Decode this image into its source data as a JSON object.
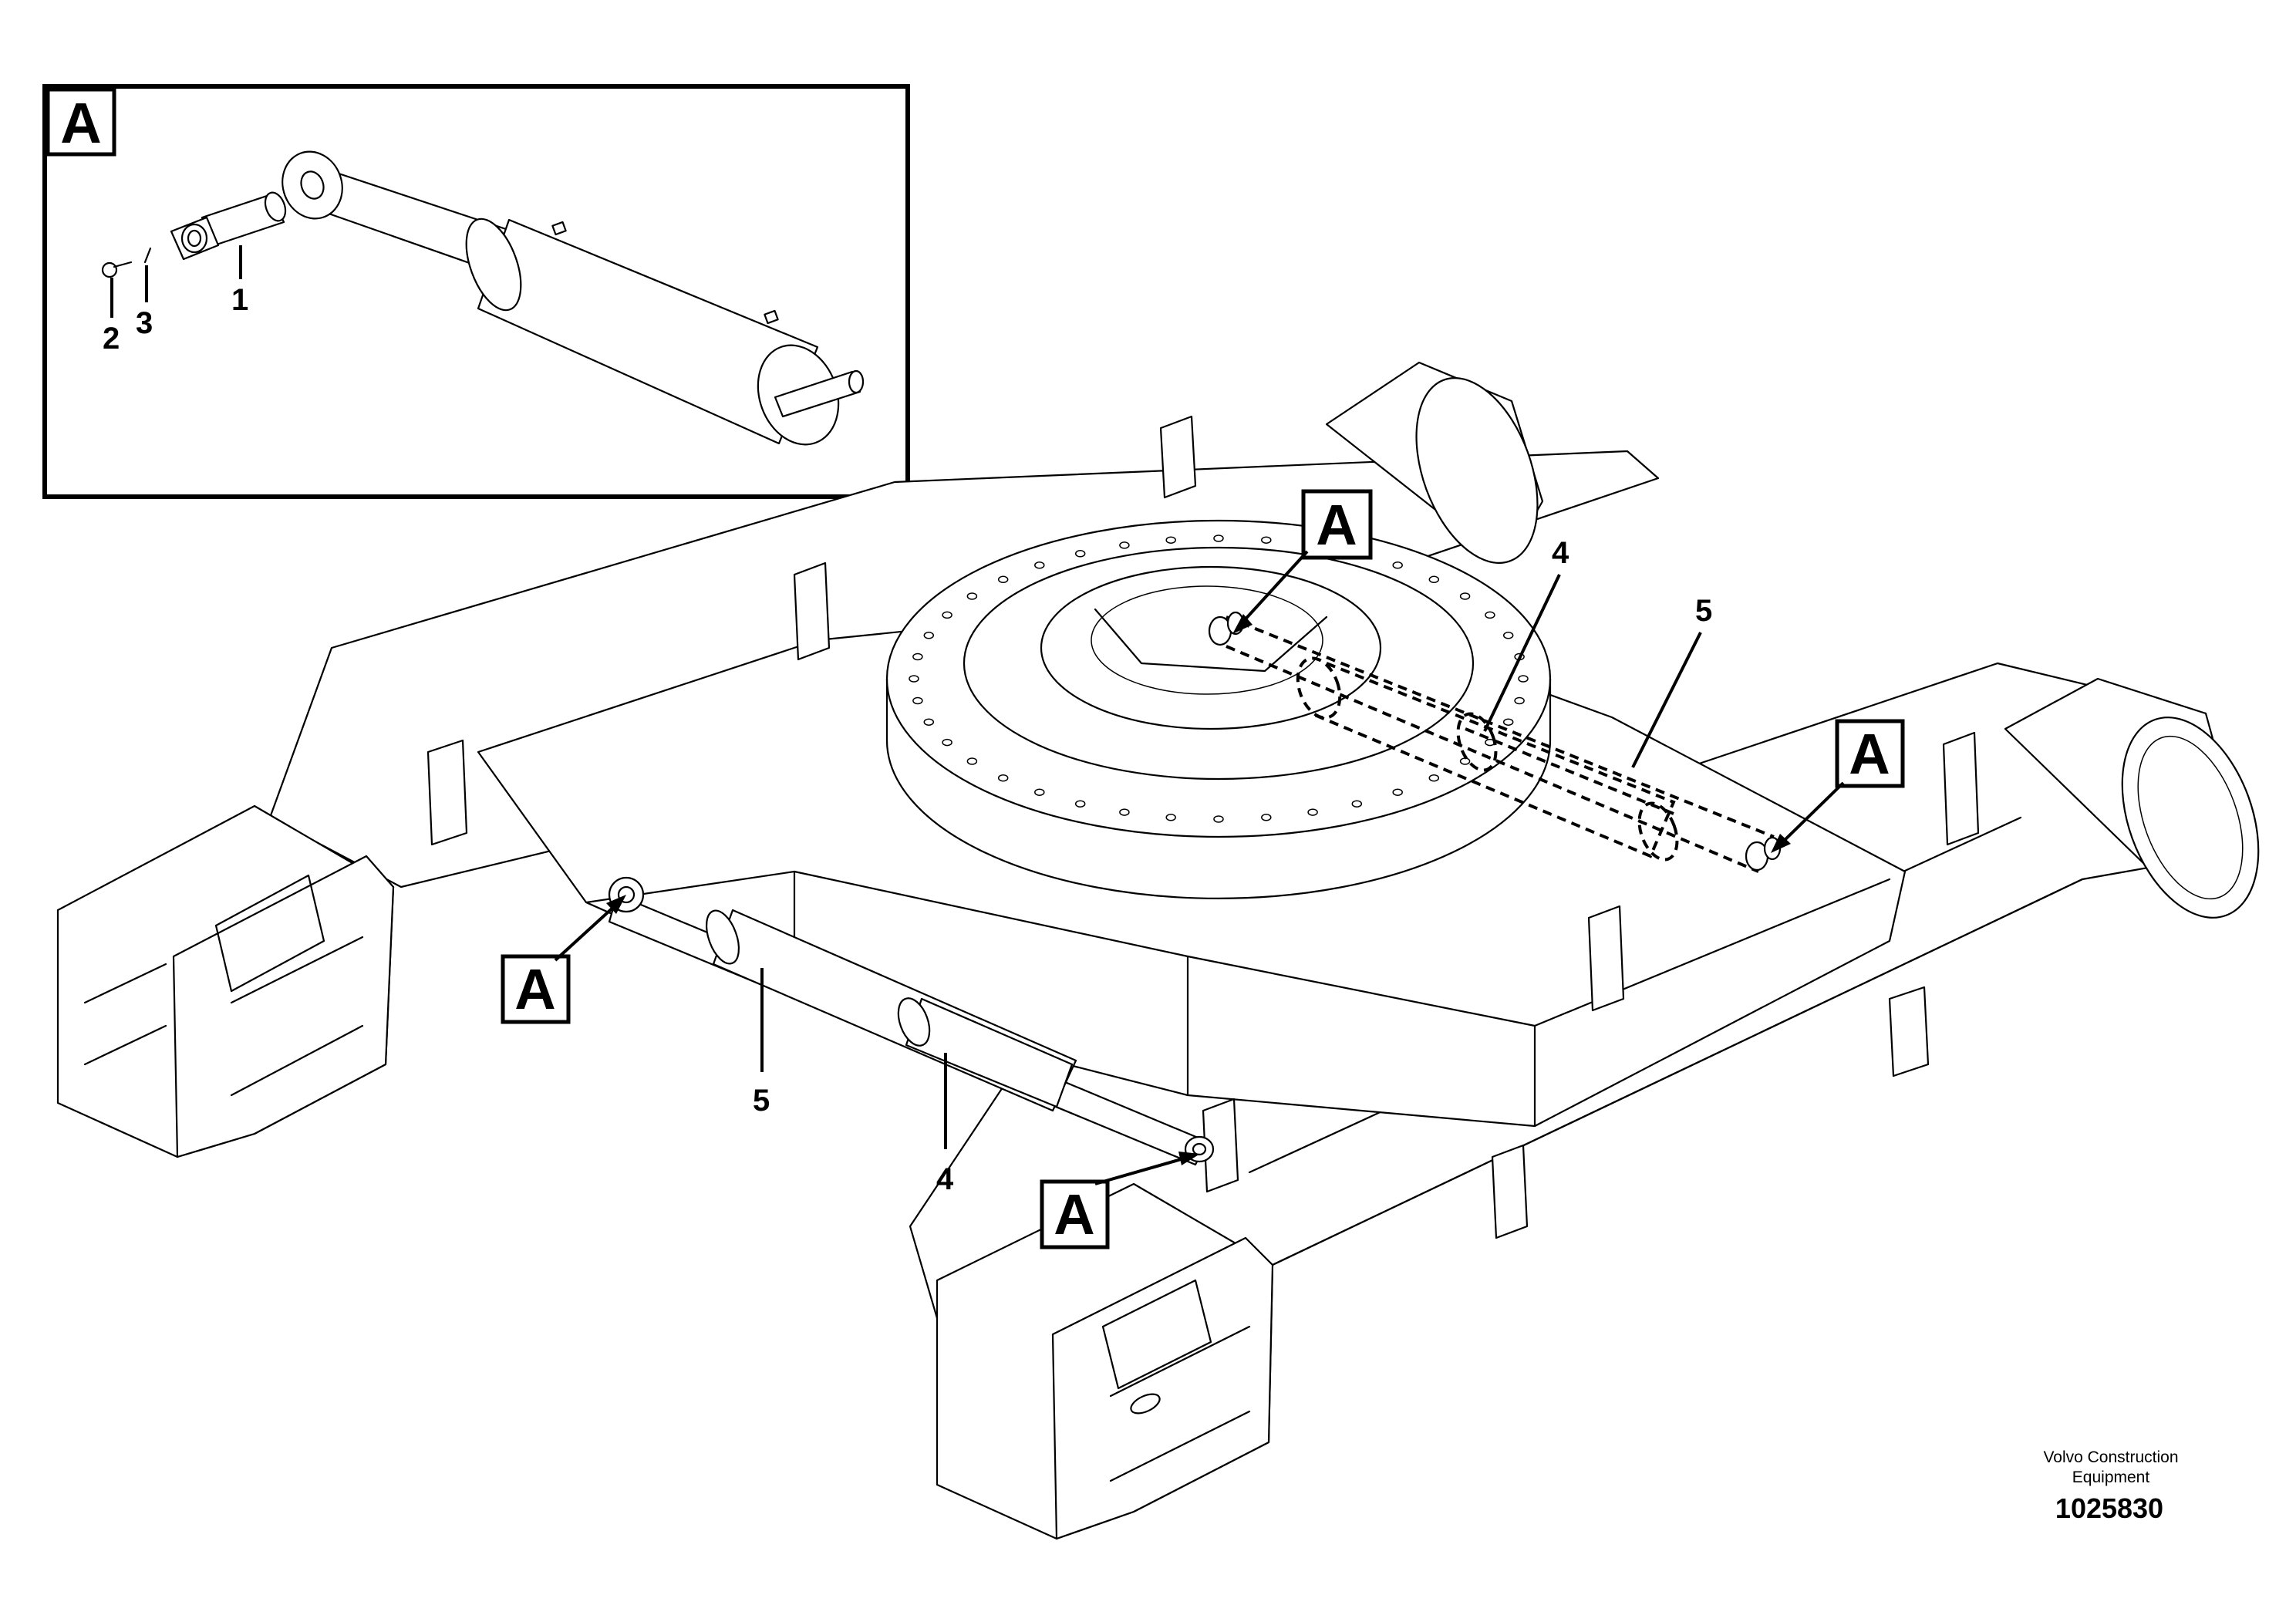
{
  "detail_view": {
    "letter": "A",
    "part_numbers": [
      "1",
      "2",
      "3"
    ]
  },
  "callouts": [
    "A",
    "A",
    "A",
    "A"
  ],
  "part_labels": {
    "item_4_upper": "4",
    "item_5_upper": "5",
    "item_5_lower": "5",
    "item_4_lower": "4"
  },
  "footer": {
    "manufacturer_line1": "Volvo Construction",
    "manufacturer_line2": "Equipment",
    "drawing_number": "1025830"
  }
}
